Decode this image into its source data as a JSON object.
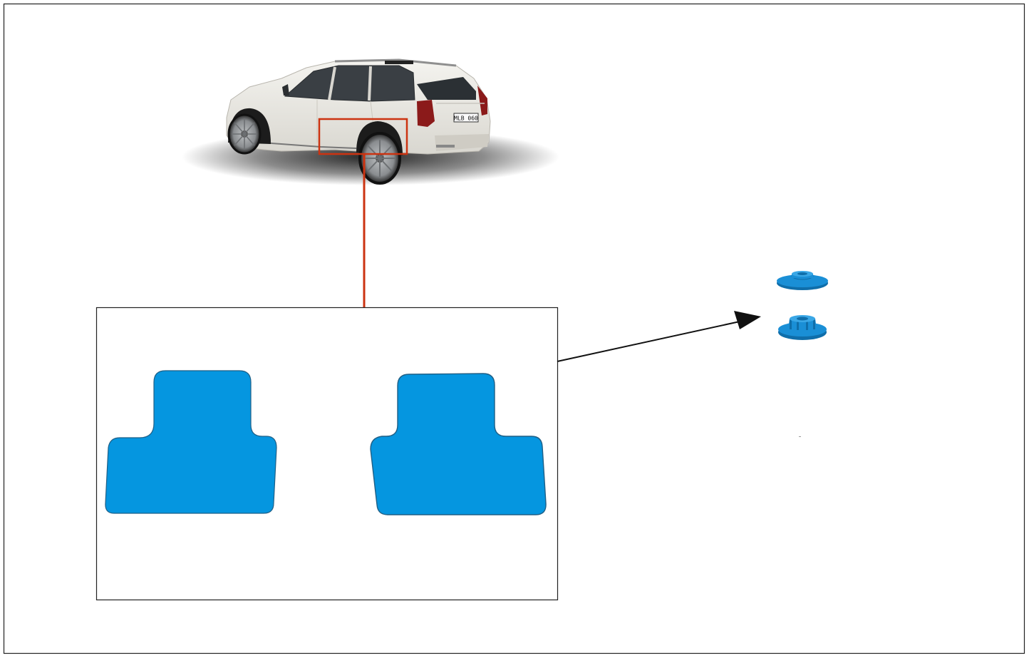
{
  "vehicle": {
    "plate": "MLB 060",
    "body_color": "#ebe9e3"
  },
  "colors": {
    "frame": "#222222",
    "highlight": "#cc3311",
    "mat": "#0596e0",
    "mat_edge": "#1f5f86",
    "clip": "#1a8fd6",
    "clip_dark": "#0f6eaa",
    "arrow": "#111111"
  },
  "parts": {
    "mats": [
      "left-rear-floor-mat",
      "right-rear-floor-mat"
    ],
    "clips": [
      "fastener-clip-top",
      "fastener-clip-base"
    ]
  }
}
